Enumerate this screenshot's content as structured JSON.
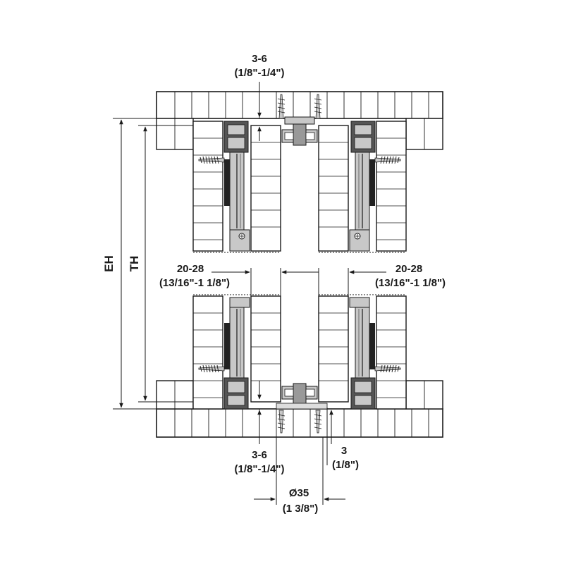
{
  "labels": {
    "top_gap": "3-6",
    "top_gap_imperial": "(1/8\"-1/4\")",
    "left_width": "20-28",
    "left_width_imperial": "(13/16\"-1 1/8\")",
    "right_width": "20-28",
    "right_width_imperial": "(13/16\"-1 1/8\")",
    "bottom_gap": "3-6",
    "bottom_gap_imperial": "(1/8\"-1/4\")",
    "bottom_offset": "3",
    "bottom_offset_imperial": "(1/8\")",
    "bore_diameter": "Ø35",
    "bore_diameter_imperial": "(1 3/8\")",
    "eh": "EH",
    "th": "TH"
  },
  "colors": {
    "line": "#1a1a1a",
    "board": "#ffffff",
    "metal": "#c8c8c8",
    "metal_dark": "#555555"
  }
}
